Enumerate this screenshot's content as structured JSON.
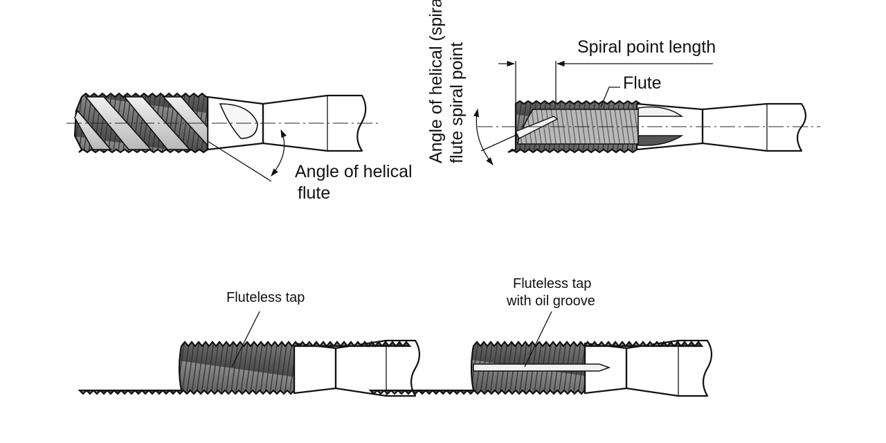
{
  "labels": {
    "angle_helical_line1": "Angle of helical",
    "angle_helical_line2": "flute",
    "spiral_point_length": "Spiral point length",
    "flute": "Flute",
    "angle_spiral_line1": "Angle of helical (spiral)",
    "angle_spiral_line2": "flute spiral point",
    "fluteless_tap": "Fluteless tap",
    "fluteless_oil_line1": "Fluteless tap",
    "fluteless_oil_line2": "with oil groove"
  },
  "colors": {
    "outline": "#111111",
    "thread_dark": "#6e6e6e",
    "body_light": "#e6e6e6",
    "body_shade": "#9a9a9a"
  }
}
